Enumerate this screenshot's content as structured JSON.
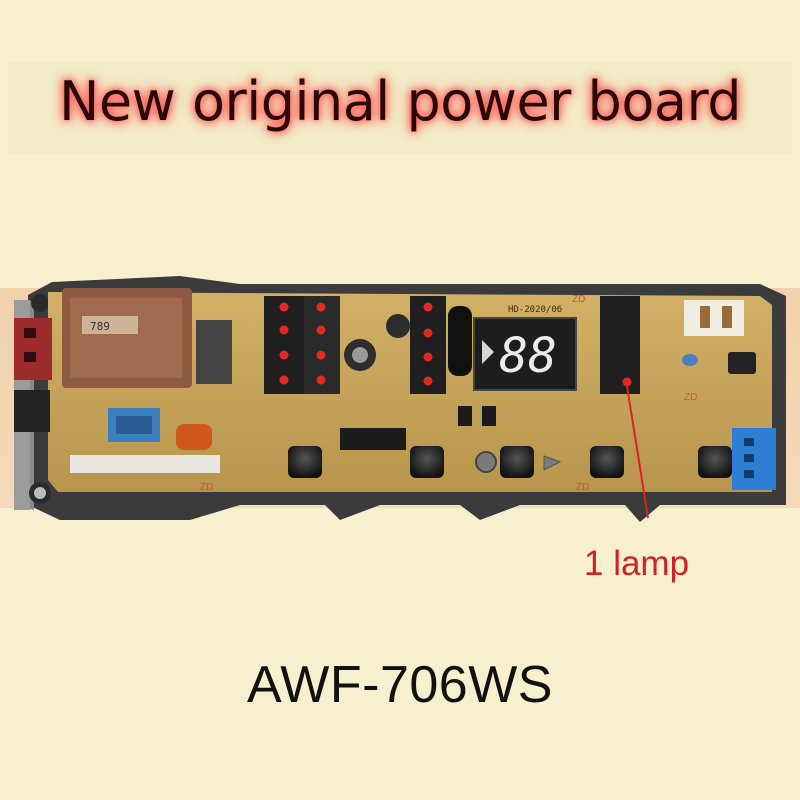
{
  "headline": "New original power board",
  "annotation": {
    "label": "1 lamp",
    "color": "#cf2222"
  },
  "model": "AWF-706WS",
  "board": {
    "display_digits": "88",
    "silkscreen": [
      "HD-2020/06",
      "ZD",
      "ZD",
      "ZD",
      "ZD"
    ],
    "pcb_color": "#c7a45a",
    "frame_color": "#3a3a3a"
  }
}
